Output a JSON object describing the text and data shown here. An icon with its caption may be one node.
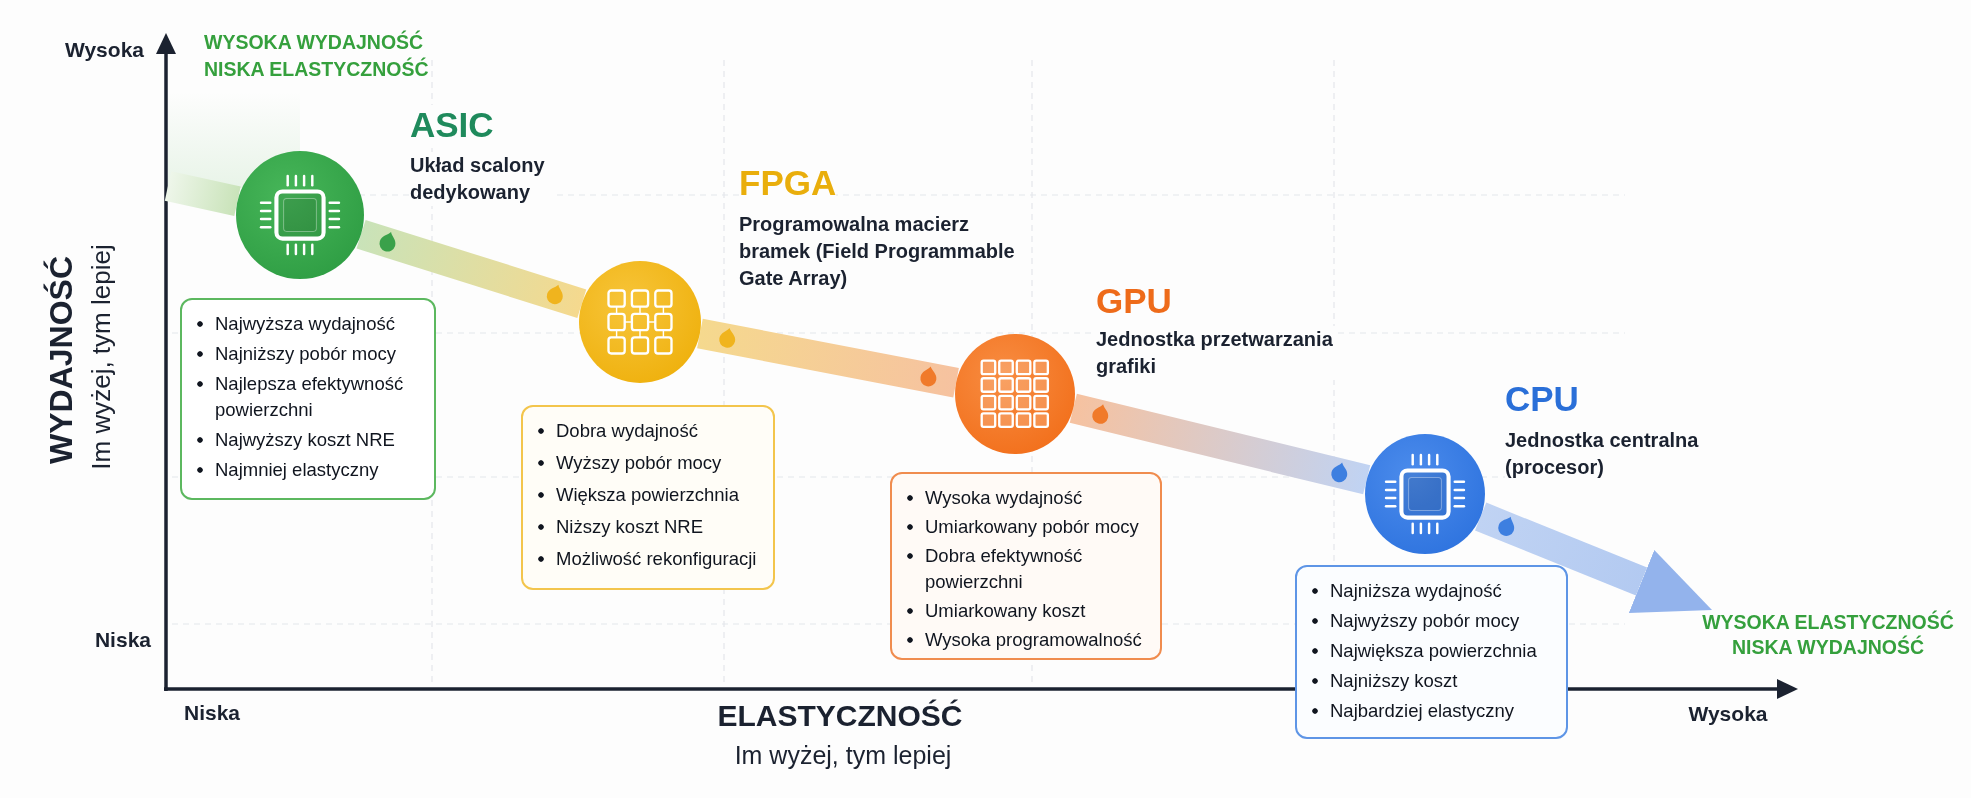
{
  "diagram": {
    "nodes": [
      {
        "text": [],
        "shape": "circle",
        "beside": [
          "ASIC",
          "Układ scalony dedykowany"
        ]
      },
      {
        "text": [
          "Najwyższa wydajność",
          "Najniższy pobór mocy",
          "Najlepsza efektywność powierzchni",
          "Najwyższy koszt NRE",
          "Najmniej elastyczny"
        ]
      },
      {
        "text": [],
        "shape": "circle",
        "beside": [
          "FPGA",
          "Programowalna macierz bramek (Field Programmable Gate Array)"
        ]
      },
      {
        "text": [
          "Dobra wydajność",
          "Wyższy pobór mocy",
          "Większa powierzchnia",
          "Niższy koszt NRE",
          "Możliwość rekonfiguracji"
        ]
      },
      {
        "text": [],
        "shape": "circle",
        "beside": [
          "GPU",
          "Jednostka przetwarzania grafiki"
        ]
      },
      {
        "text": [
          "Wysoka wydajność",
          "Umiarkowany pobór mocy",
          "Dobra efektywność powierzchni",
          "Umiarkowany koszt",
          "Wysoka programowalność"
        ]
      },
      {
        "text": [],
        "shape": "circle",
        "beside": [
          "CPU",
          "Jednostka centralna (procesor)"
        ]
      },
      {
        "text": [
          "Najniższa wydajność",
          "Najwyższy pobór mocy",
          "Największa powierzchnia",
          "Najniższy koszt",
          "Najbardziej elastyczny"
        ]
      },
      {
        "text": [
          "WYSOKA ELASTYCZNOŚĆ NISKA WYDAJNOŚĆ"
        ]
      }
    ],
    "edges": [
      {
        "from": null,
        "to": 0,
        "arrow": "none",
        "style": "thick"
      },
      {
        "from": 0,
        "to": 2,
        "arrow": "other",
        "style": "thick"
      },
      {
        "from": 2,
        "to": 4,
        "arrow": "other",
        "style": "thick"
      },
      {
        "from": 4,
        "to": 6,
        "arrow": "other",
        "style": "thick"
      },
      {
        "from": 6,
        "to": 8,
        "arrow": "to",
        "style": "thick"
      }
    ],
    "labels": [
      "Wysoka",
      "WYSOKA WYDAJNOŚĆ NISKA ELASTYCZNOŚĆ",
      "WYDAJNOŚĆ",
      "Im wyżej, tym lepiej",
      "Niska",
      "Niska",
      "ELASTYCZNOŚĆ",
      "Im wyżej, tym lepiej",
      "Wysoka"
    ]
  }
}
